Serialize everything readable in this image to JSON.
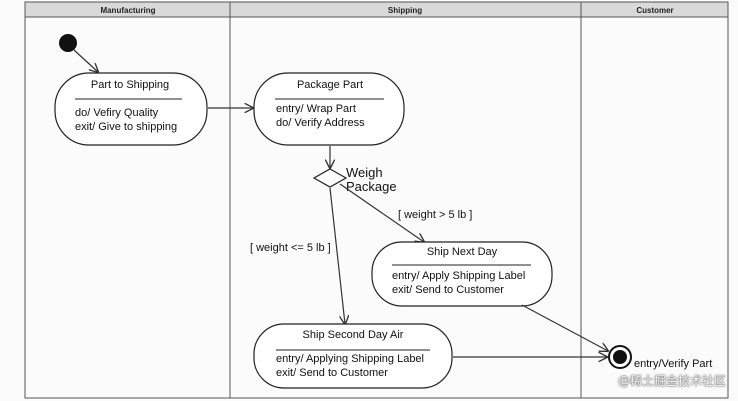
{
  "lanes": {
    "manufacturing": "Manufacturing",
    "shipping": "Shipping",
    "customer": "Customer"
  },
  "states": {
    "part_to_shipping": {
      "title": "Part to Shipping",
      "line1": "do/ Vefiry Quality",
      "line2": "exit/ Give to shipping"
    },
    "package_part": {
      "title": "Package Part",
      "line1": "entry/ Wrap Part",
      "line2": "do/ Verify Address"
    },
    "ship_next_day": {
      "title": "Ship Next Day",
      "line1": "entry/ Apply Shipping Label",
      "line2": "exit/ Send to Customer"
    },
    "ship_second_day_air": {
      "title": "Ship Second Day Air",
      "line1": "entry/ Applying Shipping Label",
      "line2": "exit/ Send to Customer"
    }
  },
  "decision": {
    "label_line1": "Weigh",
    "label_line2": "Package"
  },
  "guards": {
    "heavy": "[ weight > 5 lb ]",
    "light": "[ weight <= 5 lb ]"
  },
  "final_state_label": "entry/Verify Part",
  "watermark": "@稀土掘金技术社区"
}
